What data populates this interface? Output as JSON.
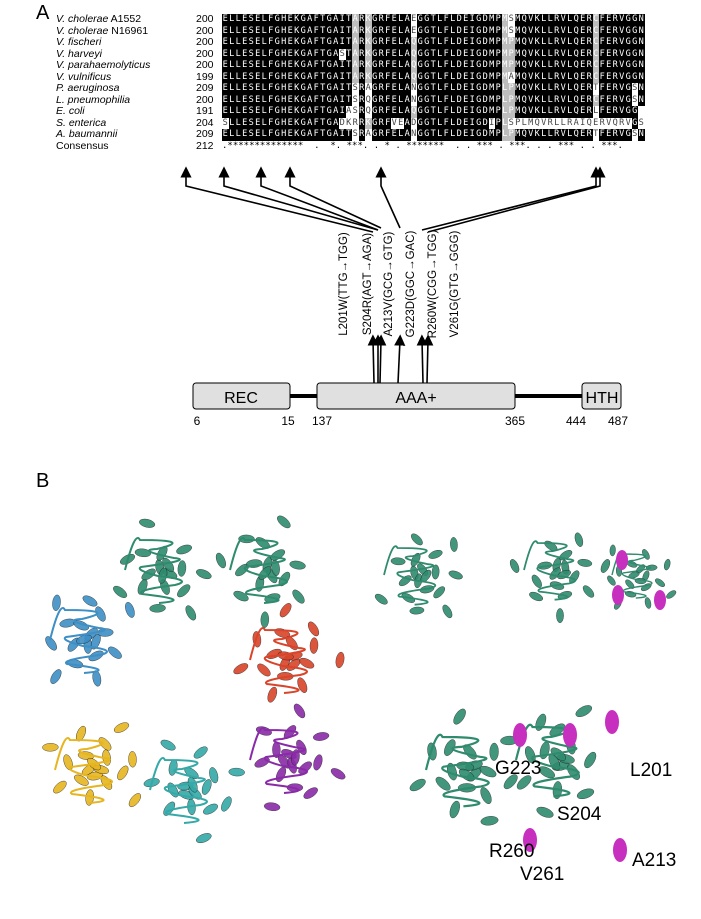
{
  "panelA": {
    "letter": "A",
    "species": [
      {
        "genus": "V. cholerae",
        "strain": "A1552",
        "start": "200"
      },
      {
        "genus": "V. cholerae",
        "strain": "N16961",
        "start": "200"
      },
      {
        "genus": "V. fischeri",
        "strain": "",
        "start": "200"
      },
      {
        "genus": "V. harveyi",
        "strain": "",
        "start": "200"
      },
      {
        "genus": "V. parahaemolyticus",
        "strain": "",
        "start": "200"
      },
      {
        "genus": "V. vulnificus",
        "strain": "",
        "start": "199"
      },
      {
        "genus": "P. aeruginosa",
        "strain": "",
        "start": "209"
      },
      {
        "genus": "L. pneumophilia",
        "strain": "",
        "start": "200"
      },
      {
        "genus": "E. coli",
        "strain": "",
        "start": "191"
      },
      {
        "genus": "S. enterica",
        "strain": "",
        "start": "204"
      },
      {
        "genus": "A. baumannii",
        "strain": "",
        "start": "209"
      }
    ],
    "sequences": [
      "ELLESELFGHEKGAFTGAITARKGRFELAEGGTLFLDEIGDMPMSMQVKLLRVLQERCFERVGGN",
      "ELLESELFGHEKGAFTGAITARKGRFELAEGGTLFLDEIGDMPMSMQVKLLRVLQERCFERVGGN",
      "ELLESELFGHEKGAFTGAITARKGRFELAQGGTLFLDEIGDMPMPMQVKLLRVLQERCFERVGGN",
      "ELLESELFGHEKGAFTGASTARKGRFELAQGGTLFLDEIGDMPMPMQVKLLRVLQERCFERVGGN",
      "ELLESELFGHEKGAFTGAITARKGRFELAQGGTLFLDEIGDMPMPMQVKLLRVLQERCFERVGGN",
      "ELLESELFGHEKGAFTGAITARKGRFELAQGGTLFLDEIGDMPMAMQVKLLRVLQERCFERVGGN",
      "ELLESELFGHEKGAFTGAITSRAGRFELANGGTLFLDEIGDMPLPMQVKLLRVLQERTFERVGSN",
      "ELLESELFGHEKGAFTGAITSRQGRFELANGGTLFLDEIGDMPLPMQVKLLRVLQERCFERVGSN",
      "ELLESELFGHEKGAFTGAIASRQGRFELAQGGTLFLDEIGDMPLPMQVKLLRVLQERLFERVGG",
      "SLLESELFGHEKGAFTGADKRRKGRFVEADGGTLFLDEIGDIPLSPLMQVRLLRAIQERVQRVGS",
      "ELLESELFGHEKGAFTGAITSRAGRFELANGGTLFLDEIGDMPLPMQVKLLRVLQERTFERVGSN"
    ],
    "consensus_label": "Consensus",
    "consensus_start": "212",
    "consensus_line": ".**************  .  *. ***. . * . *******  . . *** . ***. . . *** . . ***.",
    "mutations": [
      "L201W(TTG→TGG)",
      "S204R(AGT→AGA)",
      "A213V(GCG→GTG)",
      "G223D(GGC→GAC)",
      "R260W(CGG→TGG)",
      "V261G(GTG→GGG)"
    ],
    "domains": {
      "rec": {
        "label": "REC",
        "start": "6",
        "end": "15"
      },
      "aaa": {
        "label": "AAA+",
        "start": "137",
        "end": "365"
      },
      "hth": {
        "label": "HTH",
        "start": "444",
        "end": "487"
      }
    }
  },
  "panelB": {
    "letter": "B",
    "residue_labels": [
      "G223",
      "L201",
      "S204",
      "R260",
      "A213",
      "V261"
    ],
    "colors": {
      "green": "#2e8b6e",
      "blue": "#3d8fc6",
      "red": "#d9442a",
      "purple": "#8a2aa8",
      "yellow": "#e6b51f",
      "teal": "#34a9a8",
      "magenta": "#c72fbf"
    }
  }
}
